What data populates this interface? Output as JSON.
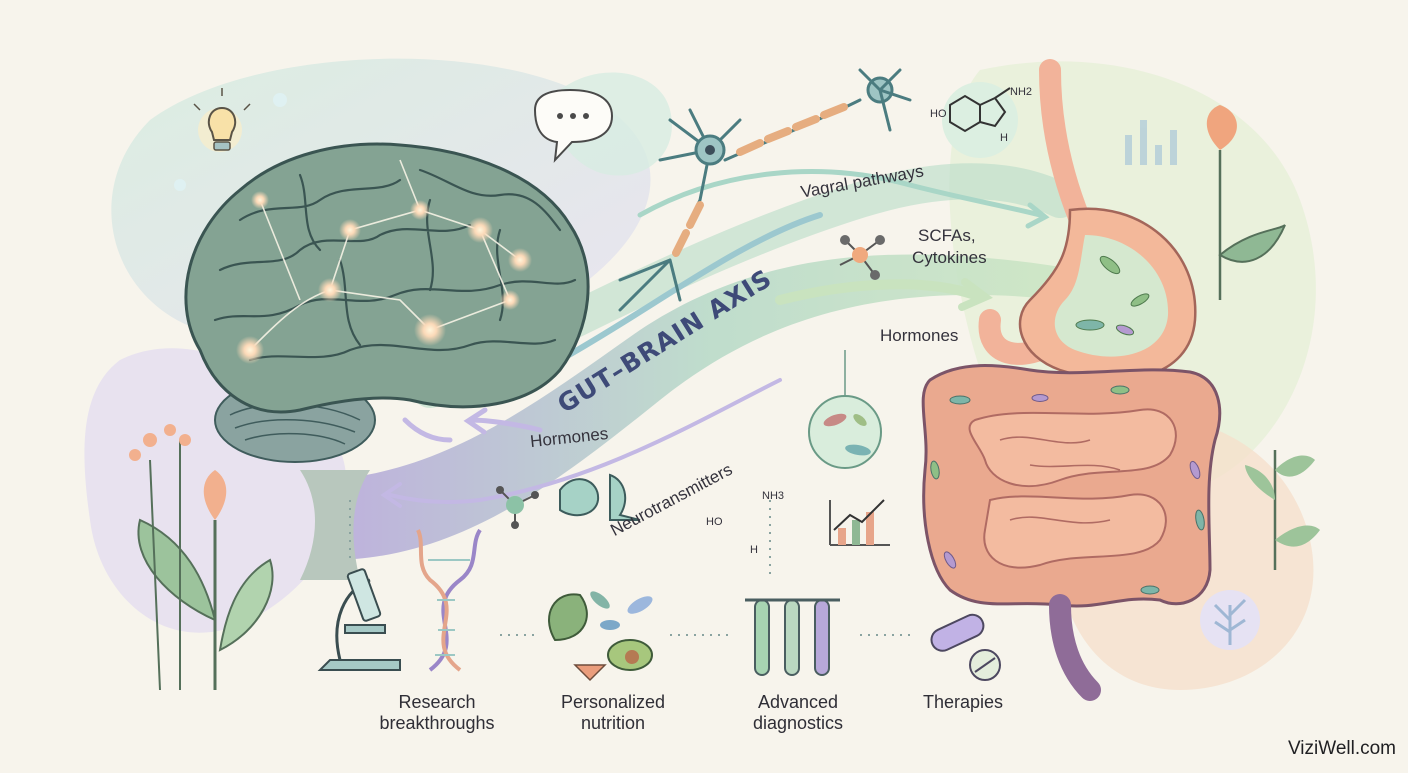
{
  "diagram": {
    "title": "GUT–BRAIN AXIS",
    "pathways": {
      "vagal": "Vagral pathways",
      "scfas_line1": "SCFAs,",
      "scfas_line2": "Cytokines",
      "hormones_right": "Hormones",
      "hormones_left": "Hormones",
      "neurotransmitters": "Neurotransmitters"
    },
    "molecules": {
      "serotonin_top_ho": "HO",
      "serotonin_top_nh2": "NH2",
      "serotonin_top_h": "H",
      "serotonin_bottom_ho": "HO",
      "serotonin_bottom_nh": "NH3",
      "serotonin_bottom_h": "H"
    },
    "bottom_items": [
      {
        "line1": "Research",
        "line2": "breakthroughs"
      },
      {
        "line1": "Personalized",
        "line2": "nutrition"
      },
      {
        "line1": "Advanced",
        "line2": "diagnostics"
      },
      {
        "line1": "Therapies",
        "line2": ""
      }
    ],
    "watermark": "ViziWell.com",
    "colors": {
      "brain": "#7fa08c",
      "gut": "#e7a58a",
      "stomach": "#f1b293",
      "teal": "#6fa4a6",
      "purple": "#a89cd0",
      "green_leaf": "#8fb894",
      "peach": "#f3b78e",
      "navy_text": "#3e4a78"
    },
    "icons": [
      "lightbulb-icon",
      "speech-bubble-icon",
      "neuron-icon",
      "molecule-icon",
      "microscope-icon",
      "dna-icon",
      "food-icon",
      "test-tubes-icon",
      "pills-icon",
      "bar-chart-icon",
      "bacteria-icon",
      "plant-icon",
      "tree-icon"
    ]
  }
}
